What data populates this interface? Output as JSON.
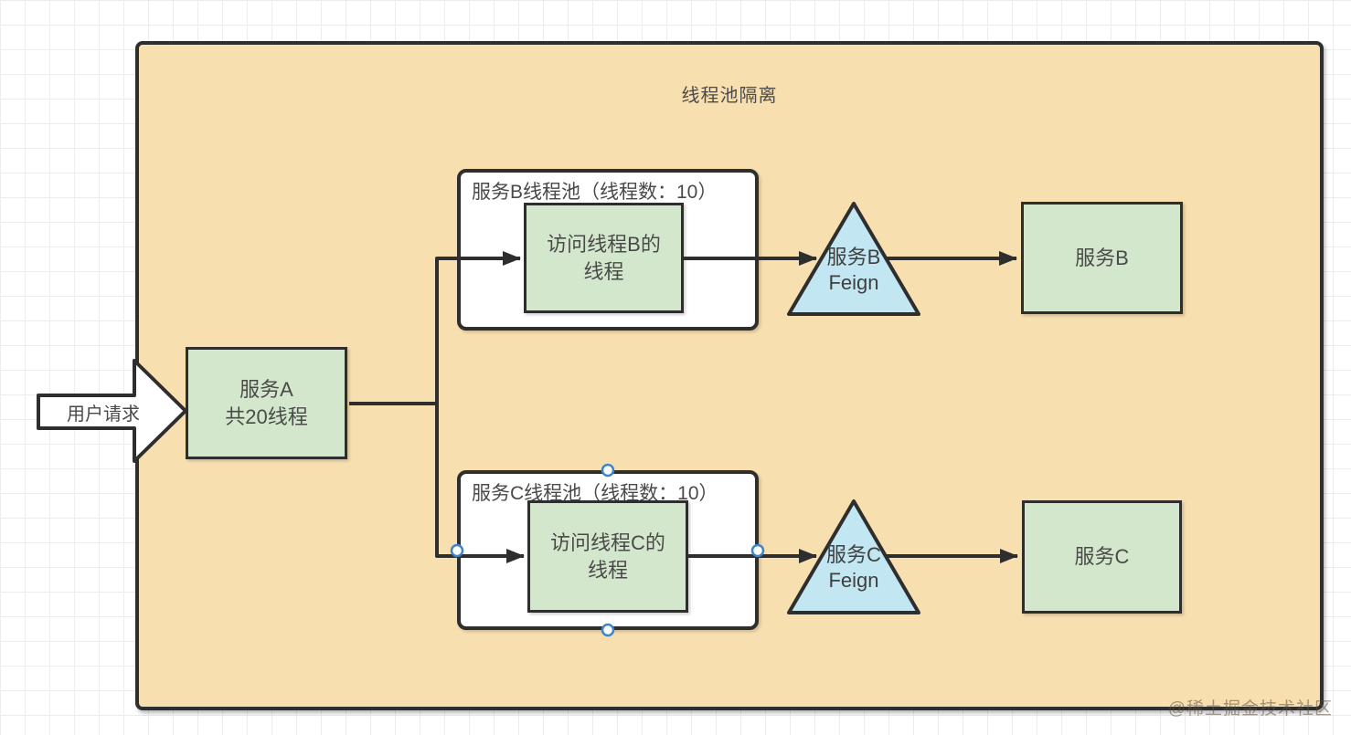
{
  "title": "线程池隔离",
  "watermark": "@稀土掘金技术社区",
  "colors": {
    "container_fill": "#F8DFAF",
    "green_fill": "#D3E7CC",
    "blue_fill": "#C2E6F2",
    "pool_fill": "#FFFFFF",
    "shape_border": "#2E2E2E",
    "text": "#4A4A4A",
    "selection_handle": "#3D85C8",
    "grid_line": "#ECECEC"
  },
  "nodes": {
    "user_request": {
      "label": "用户请求"
    },
    "service_a": {
      "line1": "服务A",
      "line2": "共20线程"
    },
    "pool_b": {
      "header": "服务B线程池（线程数：10）",
      "worker_line1": "访问线程B的",
      "worker_line2": "线程"
    },
    "pool_c": {
      "header": "服务C线程池（线程数：10）",
      "worker_line1": "访问线程C的",
      "worker_line2": "线程"
    },
    "feign_b": {
      "line1": "服务B",
      "line2": "Feign"
    },
    "feign_c": {
      "line1": "服务C",
      "line2": "Feign"
    },
    "service_b": {
      "label": "服务B"
    },
    "service_c": {
      "label": "服务C"
    }
  }
}
